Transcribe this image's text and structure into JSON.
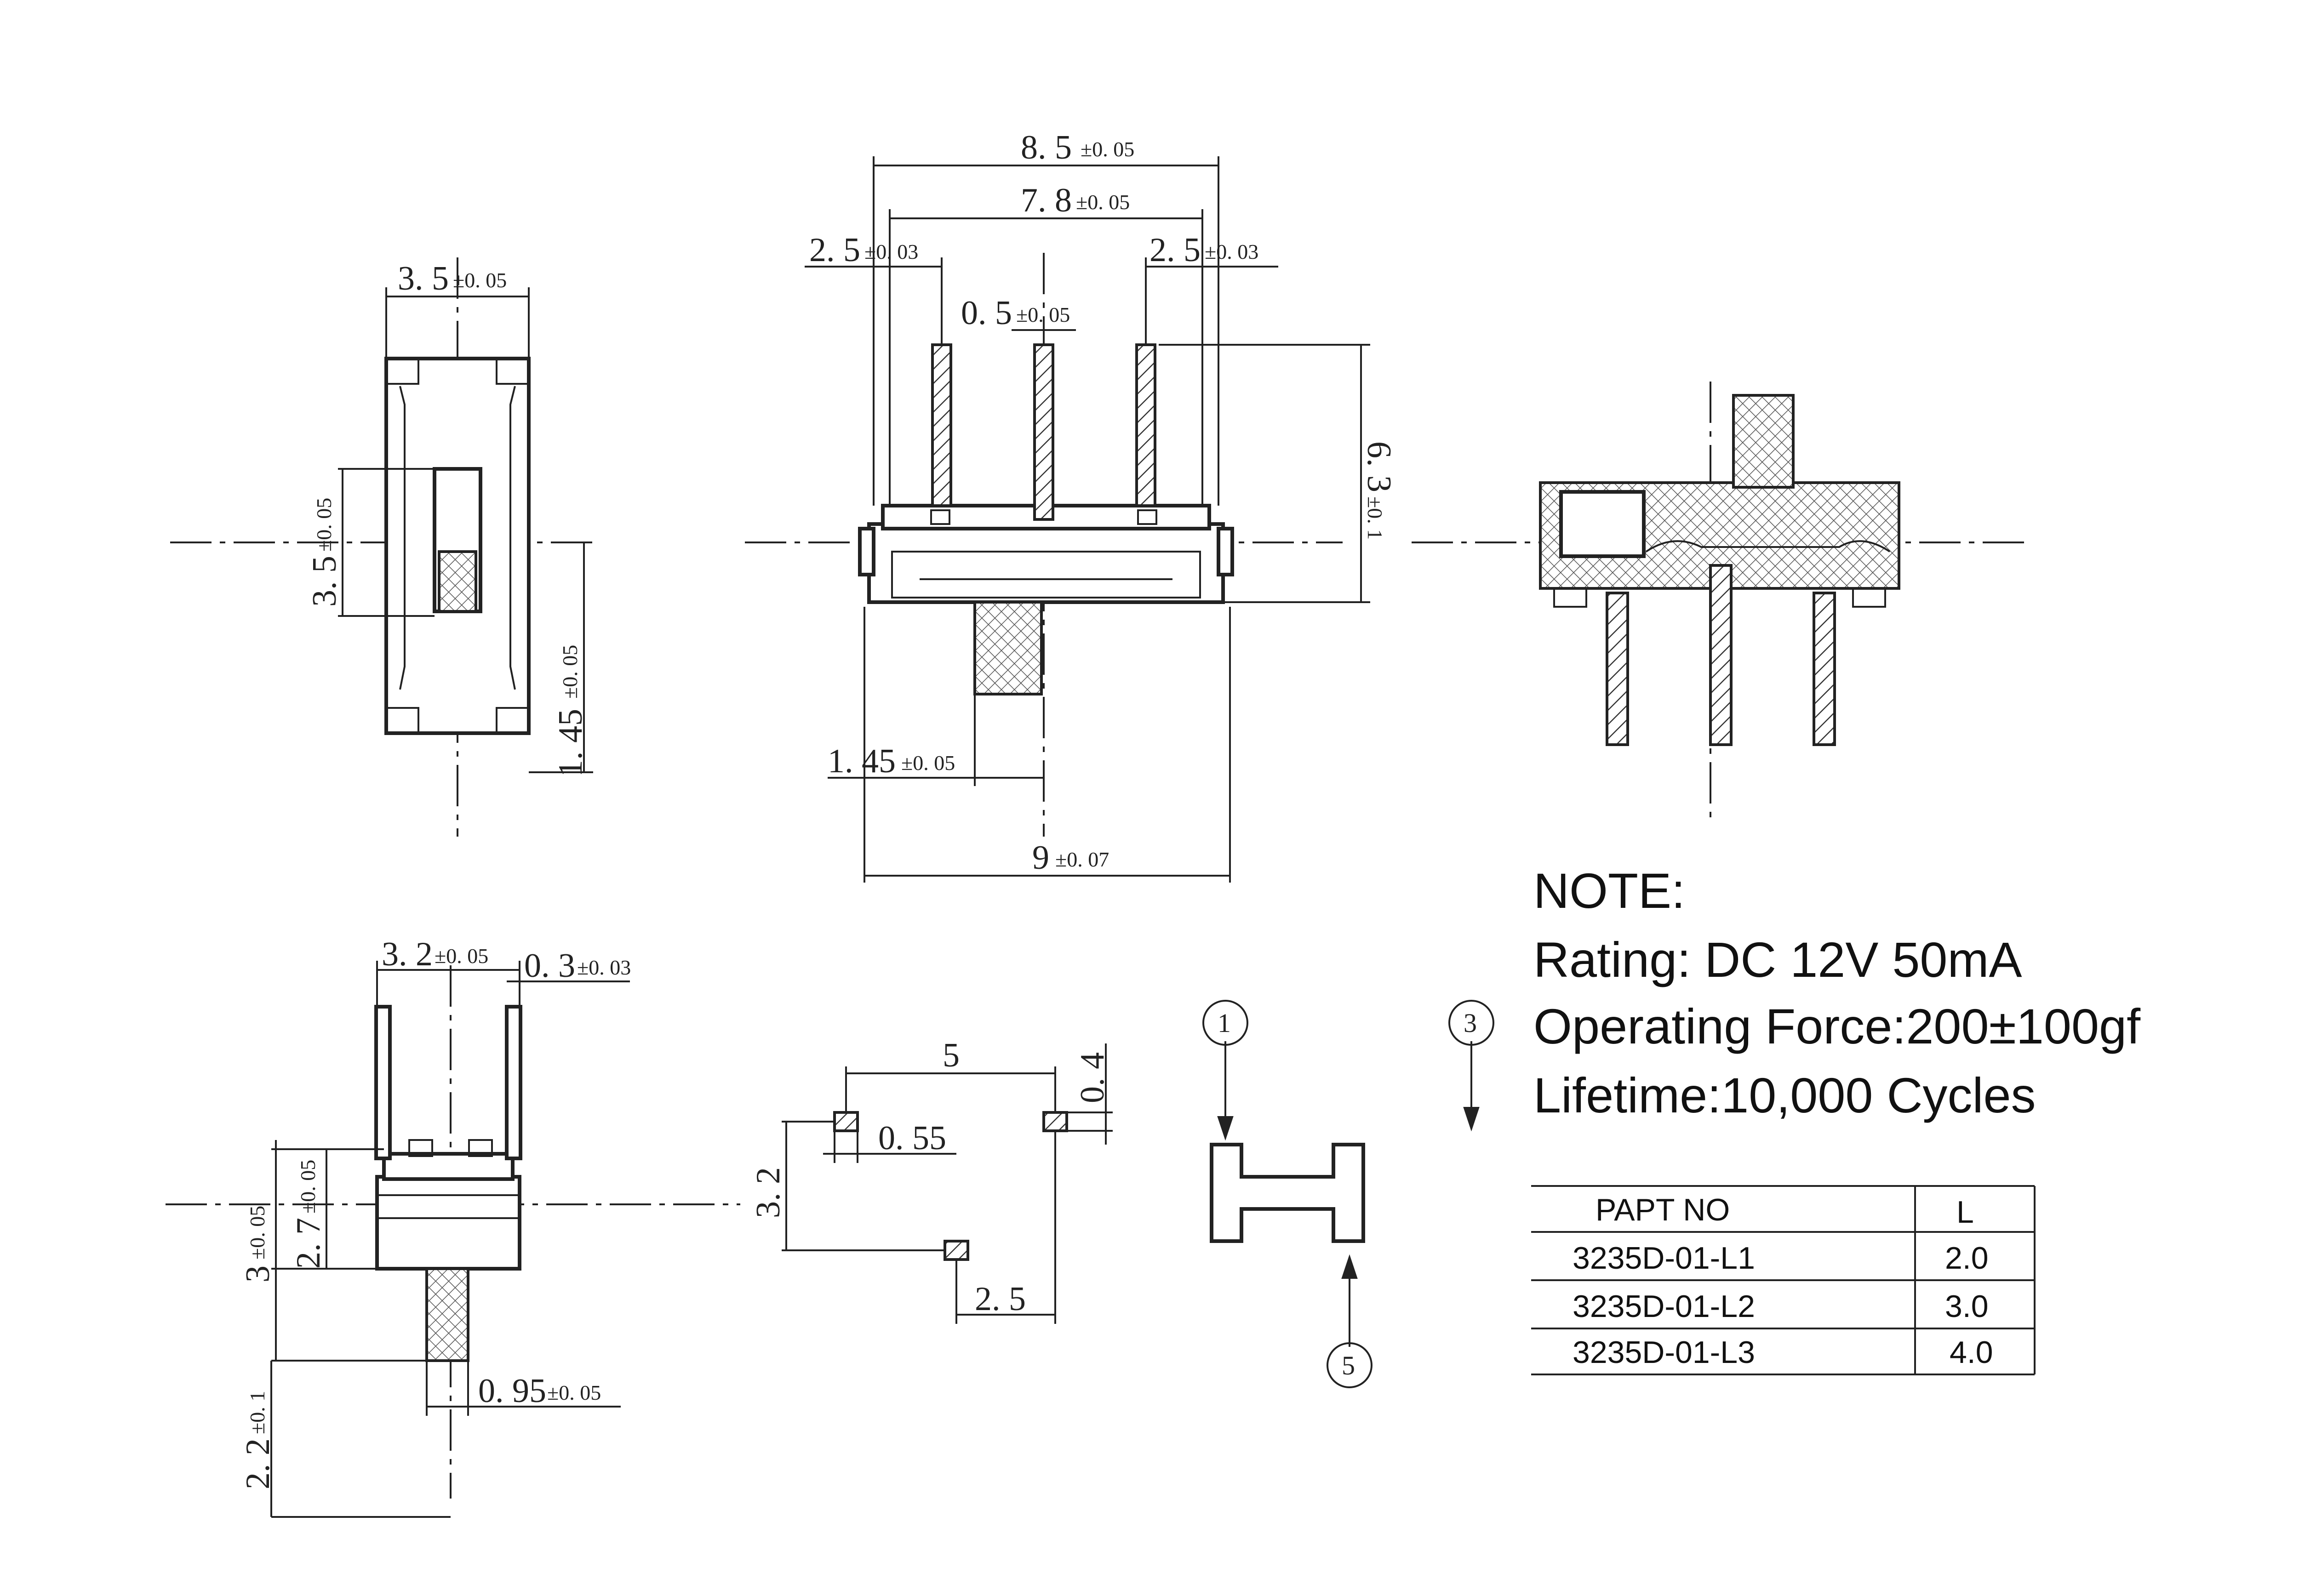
{
  "dimensions": {
    "top_overall": {
      "value": "8. 5",
      "tol": "±0. 05"
    },
    "top_inner": {
      "value": "7. 8",
      "tol": "±0. 05"
    },
    "pitch_left": {
      "value": "2. 5",
      "tol": "±0. 03"
    },
    "pitch_right": {
      "value": "2. 5",
      "tol": "±0. 03"
    },
    "pin_width": {
      "value": "0. 5",
      "tol": "±0. 05"
    },
    "height_right": {
      "value": "6. 3",
      "tol": "±0. 1"
    },
    "bottom_width": {
      "value": "9",
      "tol": "±0. 07"
    },
    "actuator_offset": {
      "value": "1. 45",
      "tol": "±0. 05"
    },
    "side_width": {
      "value": "3. 5",
      "tol": "±0. 05"
    },
    "side_height": {
      "value": "3. 5",
      "tol": "±0. 05"
    },
    "side_lower": {
      "value": "1. 45",
      "tol": "±0. 05"
    },
    "end_width": {
      "value": "3. 2",
      "tol": "±0. 05"
    },
    "lead_thickness": {
      "value": "0. 3",
      "tol": "±0. 03"
    },
    "end_height_outer": {
      "value": "3",
      "tol": "±0. 05"
    },
    "end_height_inner": {
      "value": "2. 7",
      "tol": "±0. 05"
    },
    "actuator_width": {
      "value": "0. 95",
      "tol": "±0. 05"
    },
    "actuator_length": {
      "value": "2. 2",
      "tol": "±0. 1"
    }
  },
  "footprint": {
    "span": "5",
    "pad_size": "0. 4",
    "pad_width": "0. 55",
    "row_spacing": "3. 2",
    "offset": "2. 5"
  },
  "callouts": {
    "one": "1",
    "three": "3",
    "five": "5"
  },
  "notes": {
    "heading": "NOTE:",
    "rating": "Rating: DC 12V  50mA",
    "force": "Operating Force:200±100gf",
    "lifetime": "Lifetime:10,000 Cycles"
  },
  "table": {
    "headers": [
      "PAPT NO",
      "L"
    ],
    "rows": [
      [
        "3235D-01-L1",
        "2.0"
      ],
      [
        "3235D-01-L2",
        "3.0"
      ],
      [
        "3235D-01-L3",
        "4.0"
      ]
    ]
  }
}
